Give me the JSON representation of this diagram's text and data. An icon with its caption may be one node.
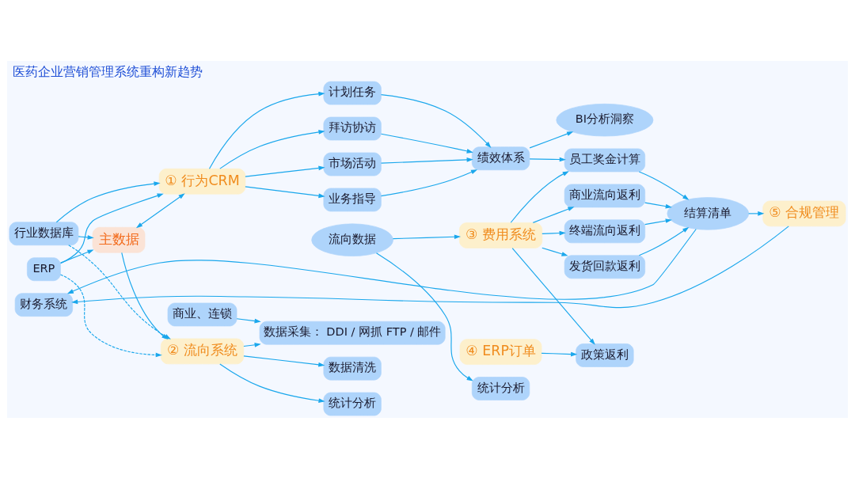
{
  "diagram": {
    "title": "医药企业营销管理系统重构新趋势",
    "nodes": [
      {
        "text": [
          "行业数据库"
        ]
      },
      {
        "text": [
          "ERP"
        ]
      },
      {
        "text": [
          "① 行为CRM"
        ]
      },
      {
        "text": [
          "主数据"
        ]
      },
      {
        "text": [
          "② 流向系统"
        ]
      },
      {
        "text": [
          "计划任务"
        ]
      },
      {
        "text": [
          "拜访协访"
        ]
      },
      {
        "text": [
          "市场活动"
        ]
      },
      {
        "text": [
          "业务指导"
        ]
      },
      {
        "text": [
          "绩效体系"
        ]
      },
      {
        "text": [
          "BI分析洞察"
        ]
      },
      {
        "text": [
          "员工奖金计算"
        ]
      },
      {
        "text": [
          "商业流向返利"
        ]
      },
      {
        "text": [
          "终端流向返利"
        ]
      },
      {
        "text": [
          "发货回款返利"
        ]
      },
      {
        "text": [
          "政策返利"
        ]
      },
      {
        "text": [
          "③ 费用系统"
        ]
      },
      {
        "text": [
          "流向数据"
        ]
      },
      {
        "text": [
          "统计分析"
        ]
      },
      {
        "text": [
          "结算清单"
        ]
      },
      {
        "text": [
          "④ ERP订单"
        ]
      },
      {
        "text": [
          "商业、连锁"
        ]
      },
      {
        "text": [
          "数据采集： DDI / 网抓 FTP / 邮件"
        ]
      },
      {
        "text": [
          "数据清洗"
        ]
      },
      {
        "text": [
          "统计分析"
        ]
      },
      {
        "text": [
          "财务系统"
        ]
      },
      {
        "text": [
          "⑤ 合规管理"
        ]
      }
    ],
    "edges": [
      {
        "from": 0,
        "to": 2,
        "arrow": "to"
      },
      {
        "from": 0,
        "to": 3,
        "arrow": "to"
      },
      {
        "from": 1,
        "to": 2,
        "arrow": "to"
      },
      {
        "from": 1,
        "to": 3,
        "arrow": "to"
      },
      {
        "from": 0,
        "to": 4,
        "arrow": "to",
        "style": "dashed"
      },
      {
        "from": 1,
        "to": 4,
        "arrow": "to",
        "style": "dashed"
      },
      {
        "from": 3,
        "to": 2,
        "arrow": "both"
      },
      {
        "from": 3,
        "to": 4,
        "arrow": "to"
      },
      {
        "from": 2,
        "to": 5,
        "arrow": "to"
      },
      {
        "from": 2,
        "to": 6,
        "arrow": "to"
      },
      {
        "from": 2,
        "to": 7,
        "arrow": "to"
      },
      {
        "from": 2,
        "to": 8,
        "arrow": "to"
      },
      {
        "from": 5,
        "to": 9,
        "arrow": "to"
      },
      {
        "from": 6,
        "to": 9,
        "arrow": "to"
      },
      {
        "from": 7,
        "to": 9,
        "arrow": "to"
      },
      {
        "from": 8,
        "to": 9,
        "arrow": "to"
      },
      {
        "from": 9,
        "to": 10,
        "arrow": "to"
      },
      {
        "from": 9,
        "to": 11,
        "arrow": "to"
      },
      {
        "from": 16,
        "to": 11,
        "arrow": "to"
      },
      {
        "from": 16,
        "to": 12,
        "arrow": "to"
      },
      {
        "from": 16,
        "to": 13,
        "arrow": "to"
      },
      {
        "from": 16,
        "to": 14,
        "arrow": "to"
      },
      {
        "from": 16,
        "to": 15,
        "arrow": "to"
      },
      {
        "from": 17,
        "to": 16,
        "arrow": "to"
      },
      {
        "from": 17,
        "to": 18,
        "arrow": "to"
      },
      {
        "from": 11,
        "to": 19,
        "arrow": "to"
      },
      {
        "from": 12,
        "to": 19,
        "arrow": "to"
      },
      {
        "from": 13,
        "to": 19,
        "arrow": "to"
      },
      {
        "from": 14,
        "to": 19,
        "arrow": "to"
      },
      {
        "from": 20,
        "to": 15,
        "arrow": "to"
      },
      {
        "from": 4,
        "to": 22,
        "arrow": "to"
      },
      {
        "from": 4,
        "to": 23,
        "arrow": "to"
      },
      {
        "from": 4,
        "to": 24,
        "arrow": "to"
      },
      {
        "from": 21,
        "to": 22,
        "arrow": "to"
      },
      {
        "from": 19,
        "to": 26,
        "arrow": "to"
      },
      {
        "from": 19,
        "to": 25,
        "arrow": "to"
      },
      {
        "from": 26,
        "to": 25,
        "arrow": "to"
      }
    ]
  }
}
